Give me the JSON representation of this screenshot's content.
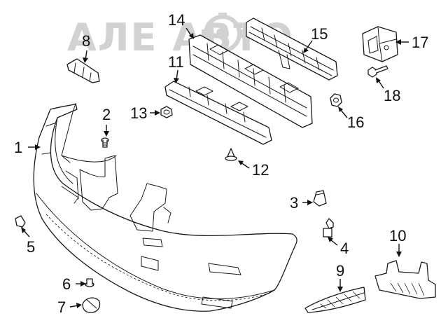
{
  "watermark": {
    "text": "АЛЕ АВТО"
  },
  "callouts": [
    {
      "id": "1",
      "label": "1"
    },
    {
      "id": "2",
      "label": "2"
    },
    {
      "id": "3",
      "label": "3"
    },
    {
      "id": "4",
      "label": "4"
    },
    {
      "id": "5",
      "label": "5"
    },
    {
      "id": "6",
      "label": "6"
    },
    {
      "id": "7",
      "label": "7"
    },
    {
      "id": "8",
      "label": "8"
    },
    {
      "id": "9",
      "label": "9"
    },
    {
      "id": "10",
      "label": "10"
    },
    {
      "id": "11",
      "label": "11"
    },
    {
      "id": "12",
      "label": "12"
    },
    {
      "id": "13",
      "label": "13"
    },
    {
      "id": "14",
      "label": "14"
    },
    {
      "id": "15",
      "label": "15"
    },
    {
      "id": "16",
      "label": "16"
    },
    {
      "id": "17",
      "label": "17"
    },
    {
      "id": "18",
      "label": "18"
    }
  ]
}
